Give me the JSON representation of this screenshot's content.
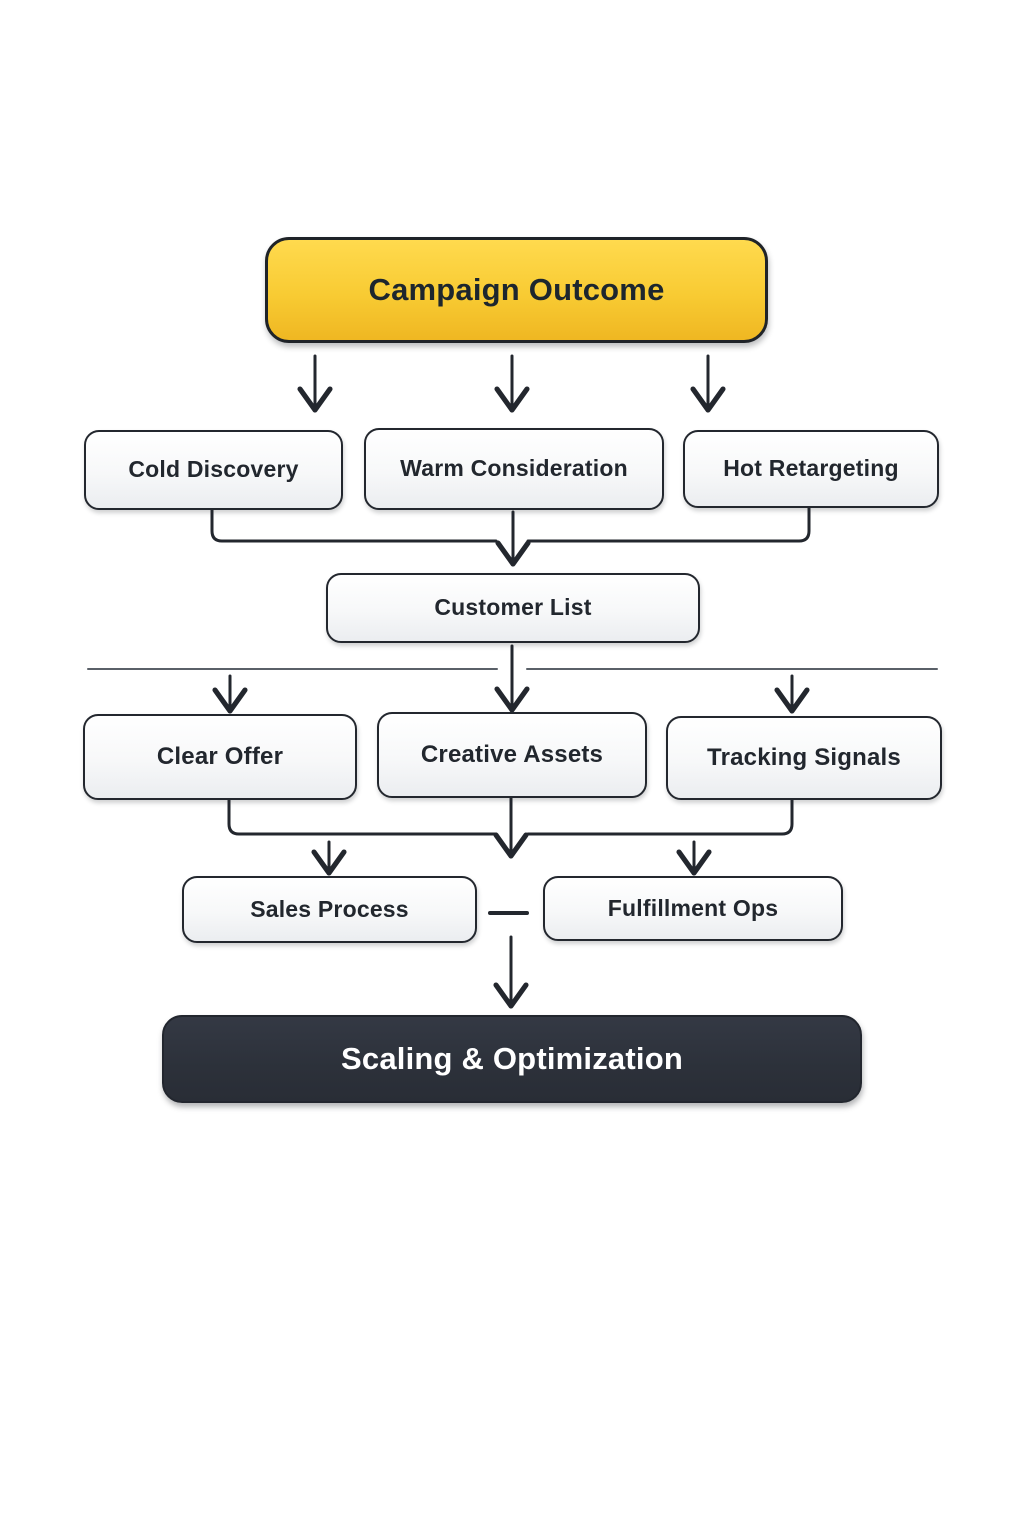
{
  "flowchart": {
    "nodes": {
      "campaign_outcome": {
        "label": "Campaign Outcome",
        "style": "highlight-yellow"
      },
      "cold_discovery": {
        "label": "Cold Discovery",
        "style": "default"
      },
      "warm_consideration": {
        "label": "Warm Consideration",
        "style": "default"
      },
      "hot_retargeting": {
        "label": "Hot Retargeting",
        "style": "default"
      },
      "customer_list": {
        "label": "Customer List",
        "style": "default"
      },
      "clear_offer": {
        "label": "Clear Offer",
        "style": "default"
      },
      "creative_assets": {
        "label": "Creative Assets",
        "style": "default"
      },
      "tracking_signals": {
        "label": "Tracking Signals",
        "style": "default"
      },
      "sales_process": {
        "label": "Sales Process",
        "style": "default"
      },
      "fulfillment_ops": {
        "label": "Fulfillment Ops",
        "style": "default"
      },
      "scaling_optimization": {
        "label": "Scaling & Optimization",
        "style": "dark"
      }
    },
    "edges": [
      {
        "from": "campaign_outcome",
        "to": "cold_discovery",
        "type": "arrow"
      },
      {
        "from": "campaign_outcome",
        "to": "warm_consideration",
        "type": "arrow"
      },
      {
        "from": "campaign_outcome",
        "to": "hot_retargeting",
        "type": "arrow"
      },
      {
        "from": "cold_discovery",
        "to": "customer_list",
        "type": "merge-arrow"
      },
      {
        "from": "warm_consideration",
        "to": "customer_list",
        "type": "merge-arrow"
      },
      {
        "from": "hot_retargeting",
        "to": "customer_list",
        "type": "merge-arrow"
      },
      {
        "from": "customer_list",
        "to": "clear_offer",
        "type": "arrow"
      },
      {
        "from": "customer_list",
        "to": "creative_assets",
        "type": "arrow"
      },
      {
        "from": "customer_list",
        "to": "tracking_signals",
        "type": "arrow"
      },
      {
        "from": "clear_offer",
        "to": "sales_process",
        "type": "merge-arrow"
      },
      {
        "from": "creative_assets",
        "to": "sales_process",
        "type": "merge-arrow"
      },
      {
        "from": "tracking_signals",
        "to": "fulfillment_ops",
        "type": "merge-arrow"
      },
      {
        "from": "sales_process",
        "to": "fulfillment_ops",
        "type": "dash-link"
      },
      {
        "from": "sales_process",
        "to": "scaling_optimization",
        "type": "arrow"
      },
      {
        "from": "fulfillment_ops",
        "to": "scaling_optimization",
        "type": "arrow"
      }
    ],
    "colors": {
      "yellow_top": "#ffda4e",
      "yellow_bottom": "#efb722",
      "node_fill_top": "#ffffff",
      "node_fill_bottom": "#ebedf0",
      "node_border": "#23272e",
      "node_text": "#22272e",
      "dark_fill": "#2c313a",
      "dark_text": "#ffffff",
      "connector": "#23272e",
      "divider": "#5a6068",
      "background": "#ffffff"
    }
  }
}
